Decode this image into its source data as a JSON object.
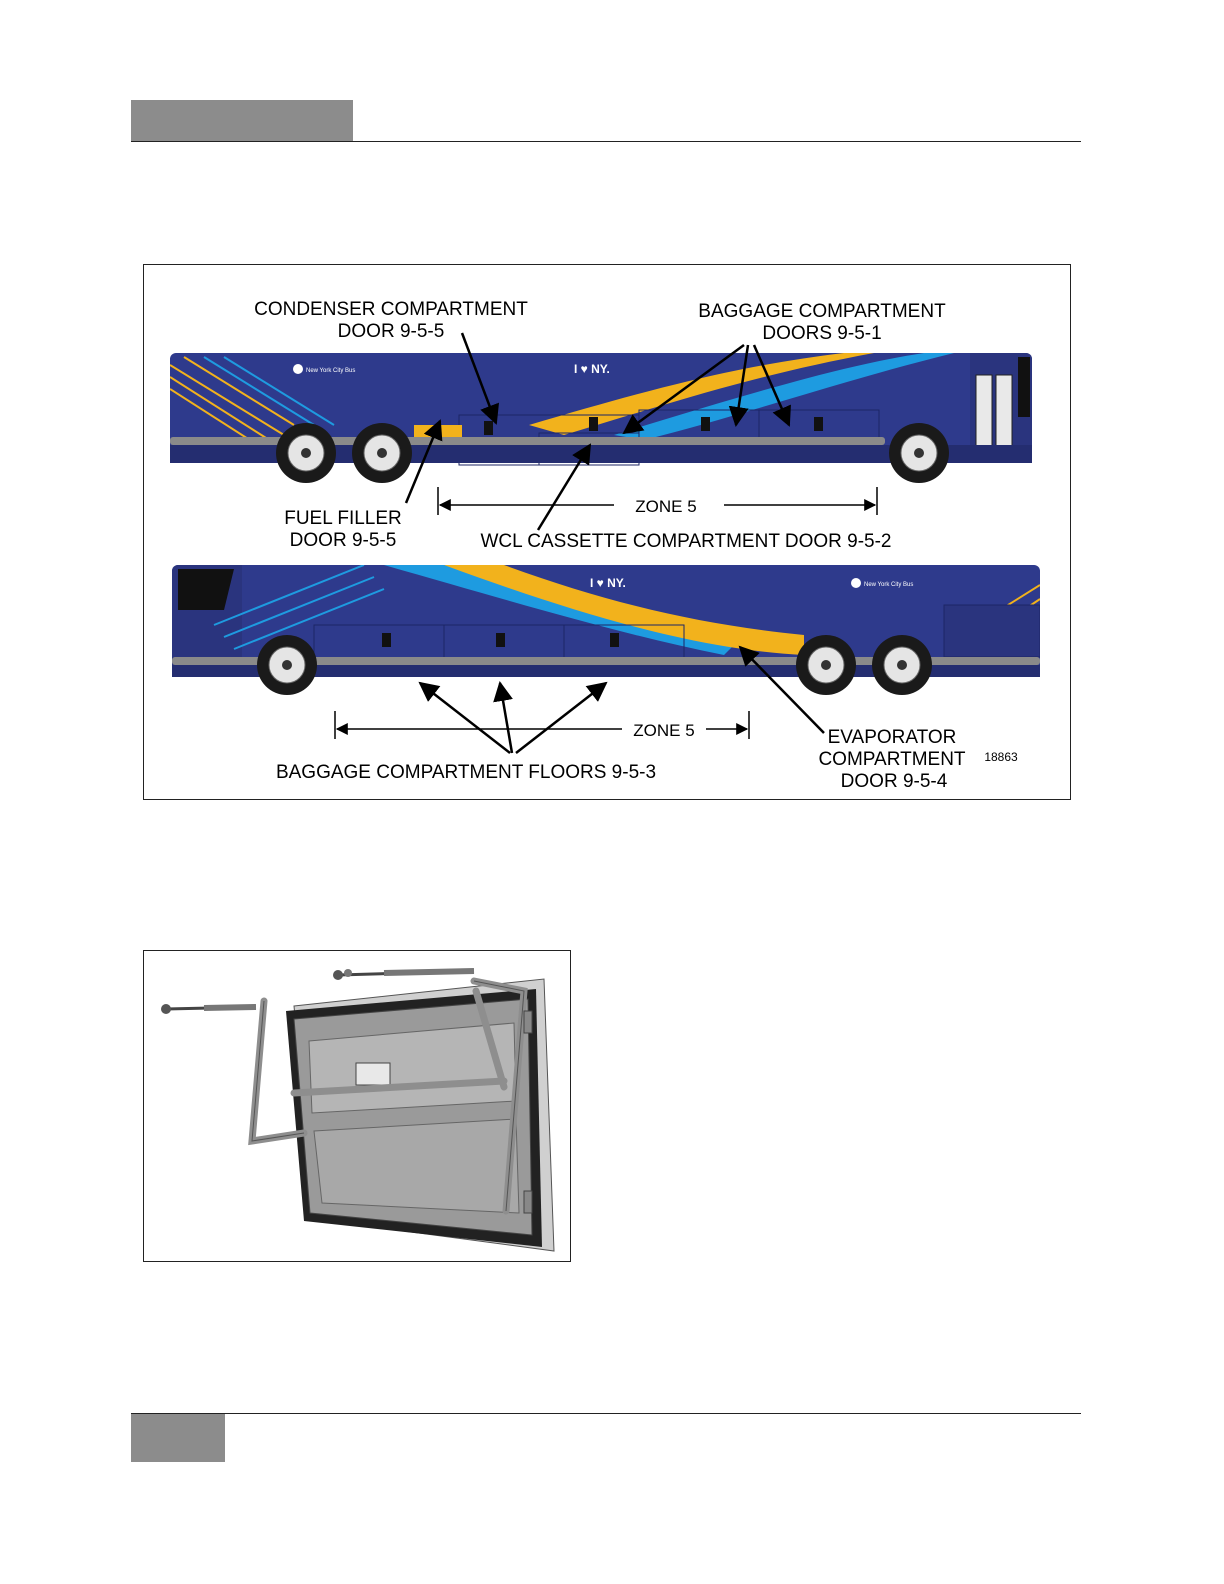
{
  "figure1": {
    "labels": {
      "condenser_line1": "CONDENSER COMPARTMENT",
      "condenser_line2": "DOOR 9-5-5",
      "baggage_doors_line1": "BAGGAGE COMPARTMENT",
      "baggage_doors_line2": "DOORS 9-5-1",
      "fuel_line1": "FUEL FILLER",
      "fuel_line2": "DOOR 9-5-5",
      "zone_top": "ZONE 5",
      "wcl": "WCL CASSETTE COMPARTMENT DOOR 9-5-2",
      "zone_bottom": "ZONE 5",
      "evap_line1": "EVAPORATOR",
      "evap_line2": "COMPARTMENT",
      "evap_line3": "DOOR 9-5-4",
      "floors": "BAGGAGE COMPARTMENT FLOORS 9-5-3",
      "figure_number": "18863"
    },
    "bus_branding": {
      "logo_text": "New York City Bus",
      "slogan": "I ♥ NY."
    },
    "colors": {
      "bus_body": "#2e3a8c",
      "stripe_yellow": "#f2b21c",
      "stripe_light_blue": "#1e9be0",
      "bumper_gray": "#8a8a8a"
    }
  }
}
